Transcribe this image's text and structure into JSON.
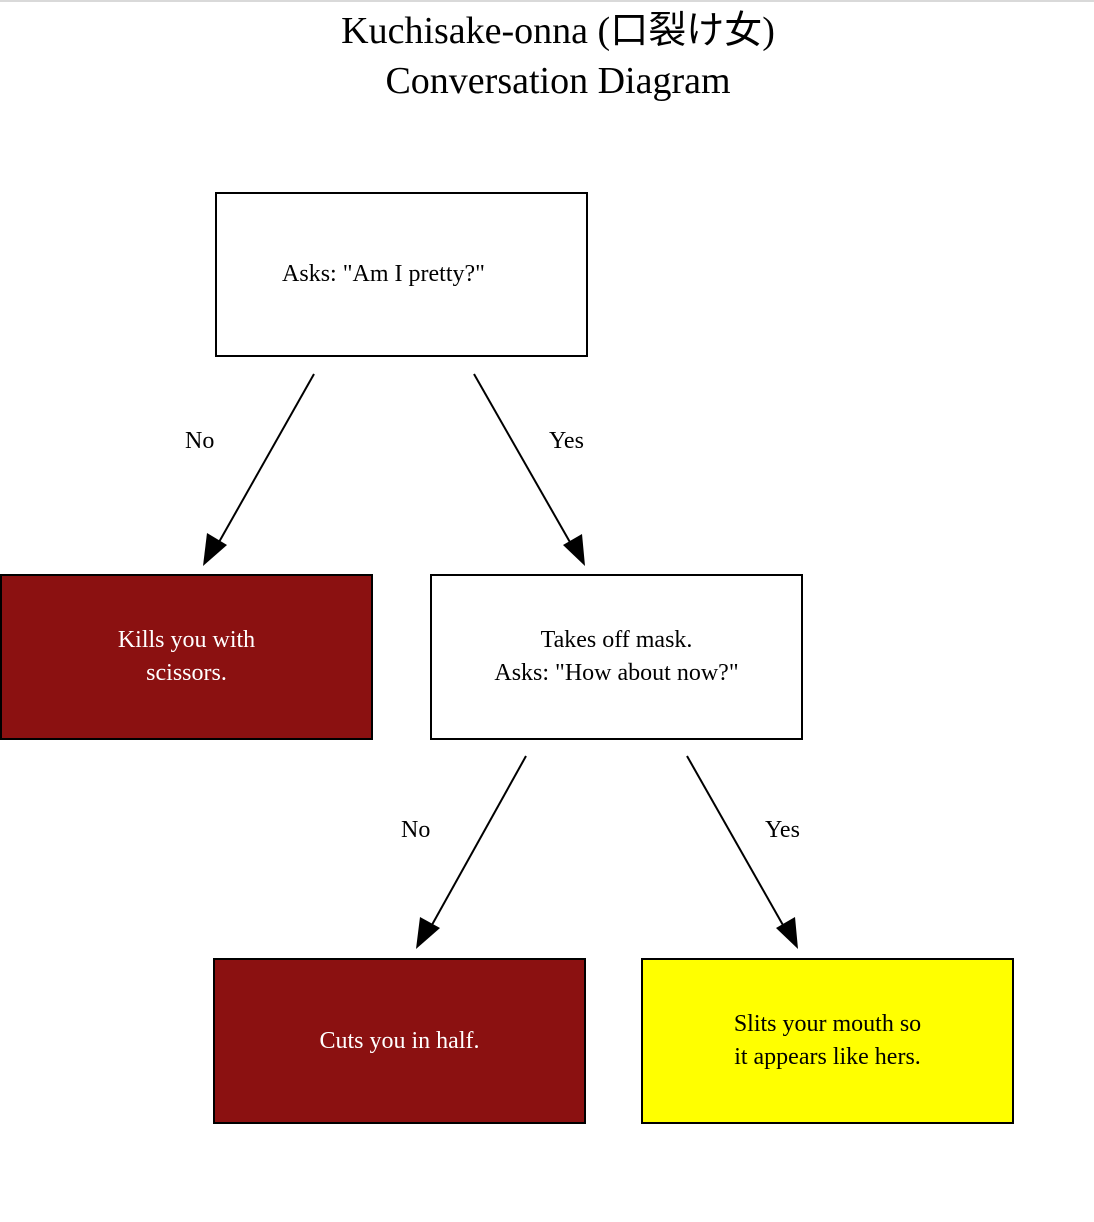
{
  "title": {
    "line1": "Kuchisake-onna (口裂け女)",
    "line2": "Conversation Diagram"
  },
  "colors": {
    "background": "#ffffff",
    "question_fill": "#ffffff",
    "death_fill": "#8b1111",
    "survive_fill": "#ffff00",
    "stroke": "#000000"
  },
  "nodes": {
    "q1": {
      "lines": [
        "Asks: \"Am I pretty?\""
      ]
    },
    "kill": {
      "lines": [
        "Kills you with",
        "scissors."
      ]
    },
    "q2": {
      "lines": [
        "Takes off mask.",
        "Asks: \"How about now?\""
      ]
    },
    "cut": {
      "lines": [
        "Cuts you in half."
      ]
    },
    "slit": {
      "lines": [
        "Slits your mouth so",
        "it appears like hers."
      ]
    }
  },
  "edges": [
    {
      "from": "q1",
      "to": "kill",
      "label": "No"
    },
    {
      "from": "q1",
      "to": "q2",
      "label": "Yes"
    },
    {
      "from": "q2",
      "to": "cut",
      "label": "No"
    },
    {
      "from": "q2",
      "to": "slit",
      "label": "Yes"
    }
  ]
}
